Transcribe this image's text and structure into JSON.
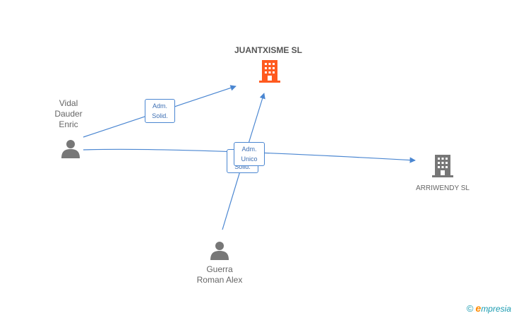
{
  "nodes": {
    "juantxisme": {
      "name": "JUANTXISME SL",
      "color": "#ff5a1f"
    },
    "arriwendy": {
      "name": "ARRIWENDY SL",
      "color": "#777777"
    },
    "vidal": {
      "line1": "Vidal",
      "line2": "Dauder",
      "line3": "Enric",
      "color": "#777777"
    },
    "guerra": {
      "line1": "Guerra",
      "line2": "Roman Alex",
      "color": "#777777"
    }
  },
  "edges": {
    "vidal_juantxisme": {
      "line1": "Adm.",
      "line2": "Solid."
    },
    "guerra_juantxisme": {
      "line1": "Adm.",
      "line2": "Unico"
    },
    "guerra_arriwendy": {
      "line1": "",
      "line2": "Solid."
    }
  },
  "colors": {
    "edge": "#4a86d1"
  },
  "brand": {
    "copyright": "©",
    "initial": "e",
    "name": "mpresia"
  }
}
